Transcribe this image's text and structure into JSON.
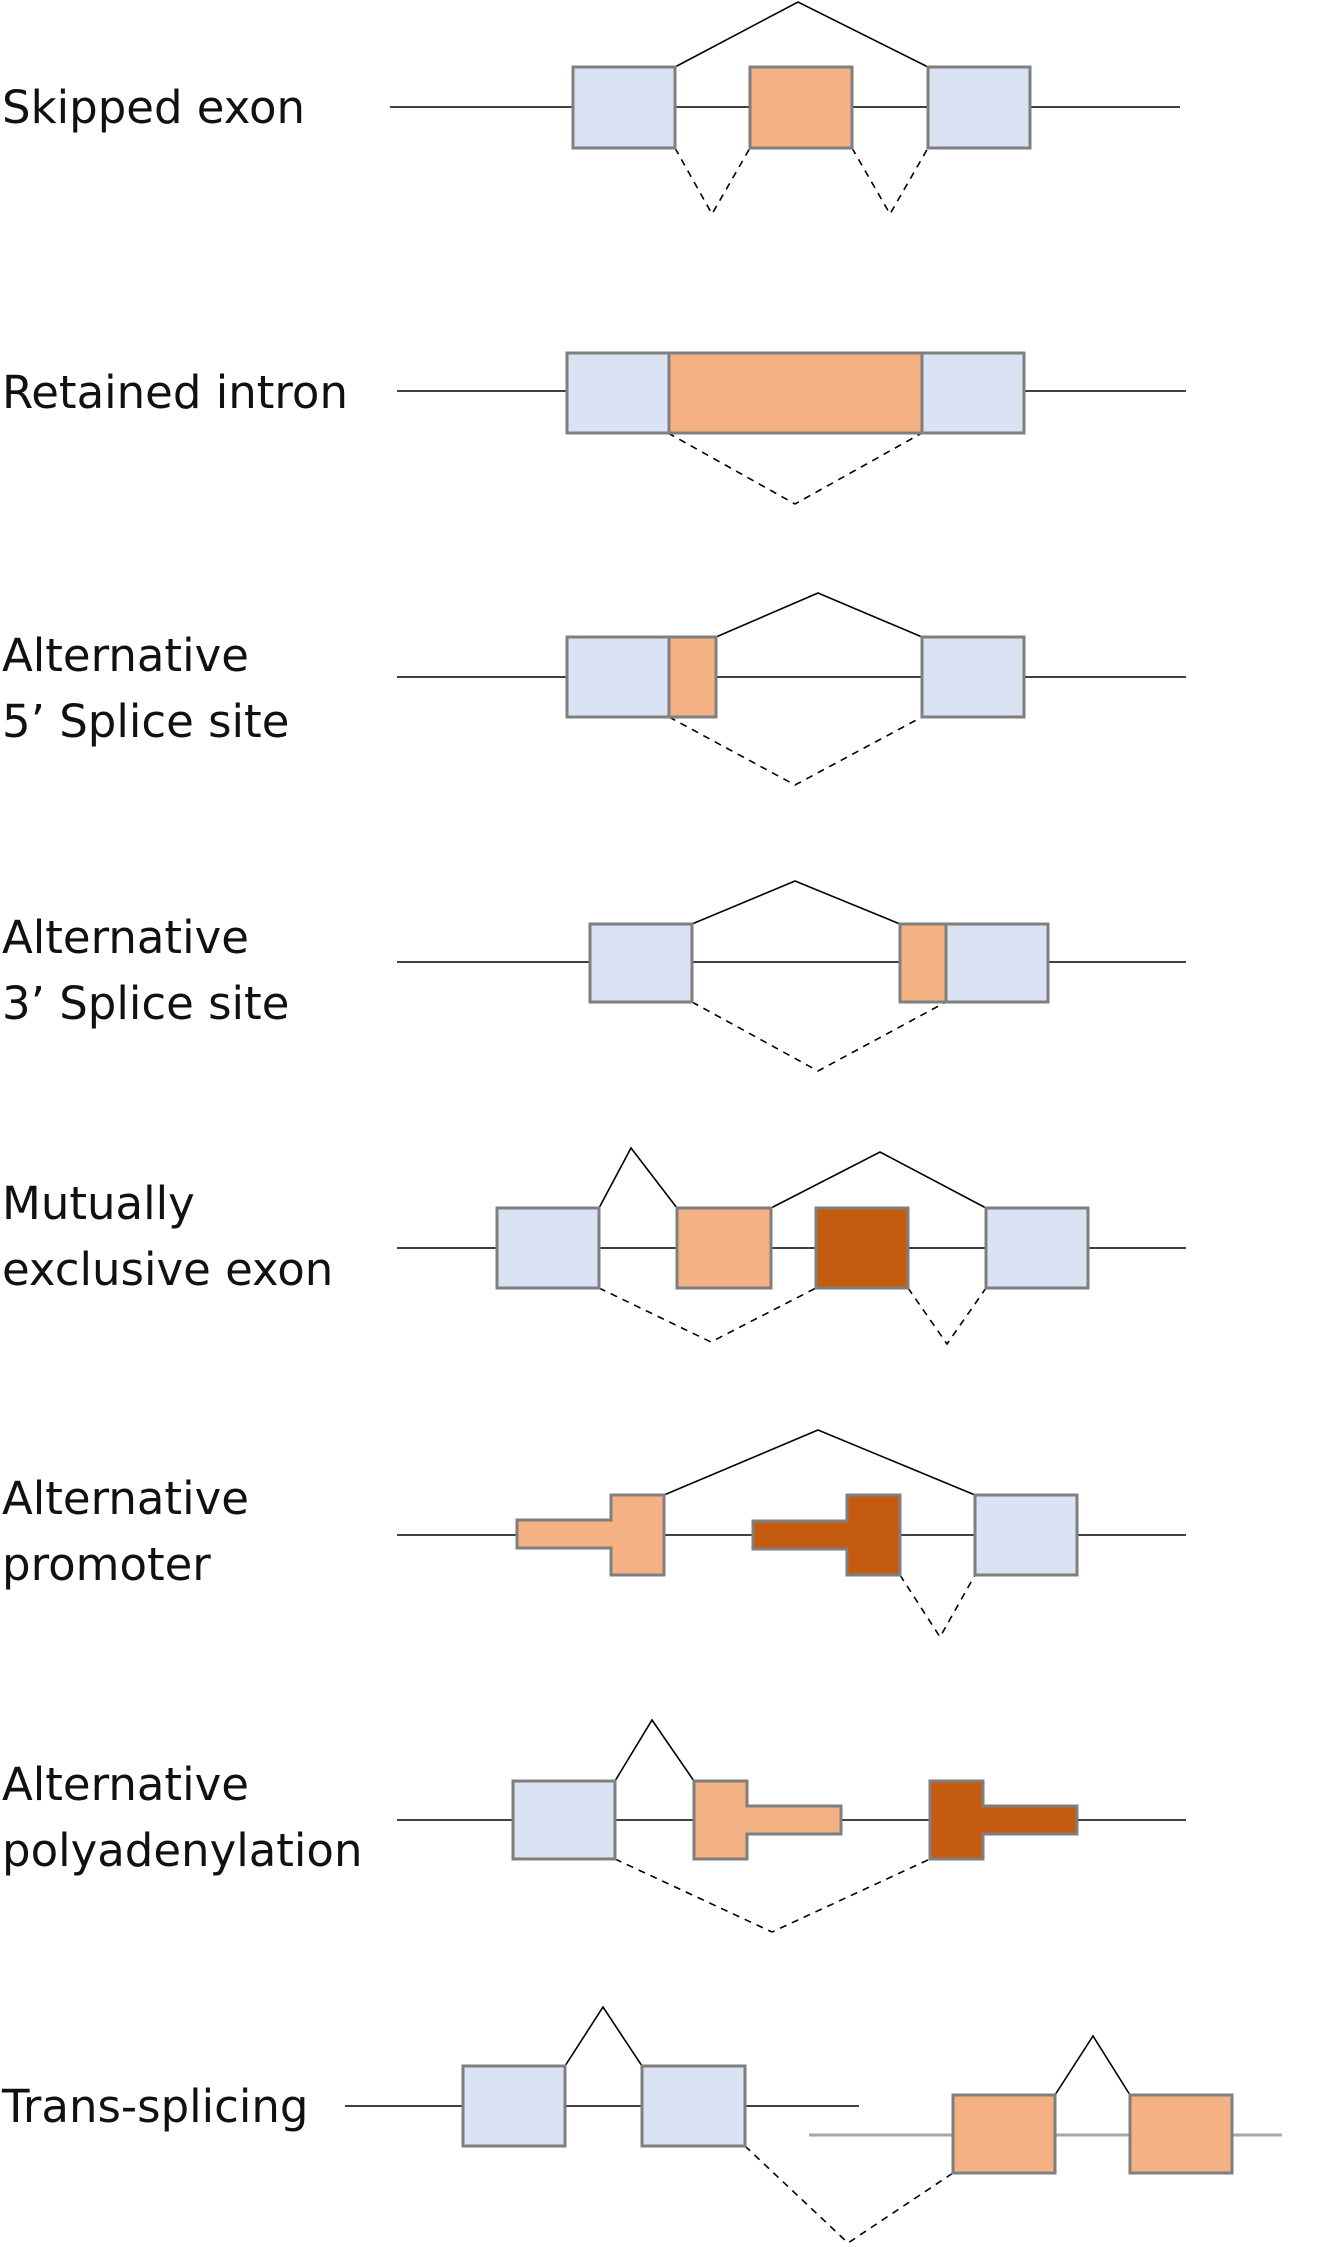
{
  "colors": {
    "constitutive_exon": "#dae3f3",
    "alternative_exon": "#f4b183",
    "alternative_exon_dark": "#c55a11",
    "exon_border": "#7f7f7f",
    "intron": "#000000",
    "trans_pre_mrna": "#a6a6a6"
  },
  "diagram": {
    "events": [
      {
        "id": "skipped-exon",
        "label_lines": [
          "Skipped exon"
        ]
      },
      {
        "id": "retained-intron",
        "label_lines": [
          "Retained intron"
        ]
      },
      {
        "id": "alt-5-splice-site",
        "label_lines": [
          "Alternative",
          "5’ Splice site"
        ]
      },
      {
        "id": "alt-3-splice-site",
        "label_lines": [
          "Alternative",
          "3’ Splice site"
        ]
      },
      {
        "id": "mutually-exclusive-exon",
        "label_lines": [
          "Mutually",
          "exclusive exon"
        ]
      },
      {
        "id": "alternative-promoter",
        "label_lines": [
          "Alternative",
          "promoter"
        ]
      },
      {
        "id": "alternative-polyadenylation",
        "label_lines": [
          "Alternative",
          "polyadenylation"
        ]
      },
      {
        "id": "trans-splicing",
        "label_lines": [
          "Trans-splicing"
        ]
      }
    ]
  }
}
